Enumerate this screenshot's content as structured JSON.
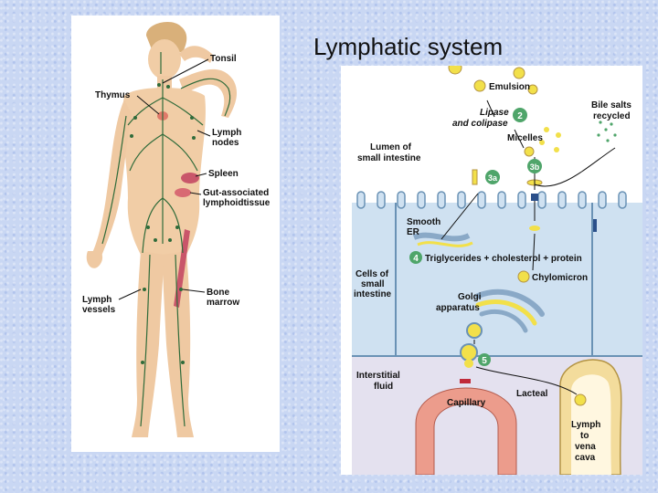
{
  "slide": {
    "title": "Lymphatic system"
  },
  "body_figure": {
    "labels": {
      "tonsil": "Tonsil",
      "thymus": "Thymus",
      "lymph_nodes_1": "Lymph",
      "lymph_nodes_2": "nodes",
      "spleen": "Spleen",
      "galt_1": "Gut-associated",
      "galt_2": "lymphoidtissue",
      "lymph_vessels_1": "Lymph",
      "lymph_vessels_2": "vessels",
      "bone_marrow_1": "Bone",
      "bone_marrow_2": "marrow"
    }
  },
  "intestine_diagram": {
    "labels": {
      "emulsion": "Emulsion",
      "lipase_1": "Lipase",
      "lipase_2": "and colipase",
      "step_2": "2",
      "micelles": "Micelles",
      "bile_salts_1": "Bile salts",
      "bile_salts_2": "recycled",
      "lumen_1": "Lumen of",
      "lumen_2": "small intestine",
      "step_3a": "3a",
      "step_3b": "3b",
      "smooth_er_1": "Smooth",
      "smooth_er_2": "ER",
      "step_4": "4",
      "triglycerides": "Triglycerides + cholesterol + protein",
      "cells_1": "Cells of",
      "cells_2": "small",
      "cells_3": "intestine",
      "chylomicron": "Chylomicron",
      "golgi_1": "Golgi",
      "golgi_2": "apparatus",
      "step_5": "5",
      "interstitial_1": "Interstitial",
      "interstitial_2": "fluid",
      "lacteal": "Lacteal",
      "capillary": "Capillary",
      "lymph_vena_1": "Lymph",
      "lymph_vena_2": "to",
      "lymph_vena_3": "vena",
      "lymph_vena_4": "cava"
    },
    "colors": {
      "lumen": "#ffffff",
      "cell_fill": "#cfe1f1",
      "membrane": "#6a92b5",
      "interstitial": "#e4e1ef",
      "capillary": "#ec9c8c",
      "capillary_inner": "#f6dbd2",
      "lacteal": "#f3dc9c",
      "lipid_drop": "#f2e04a",
      "step_badge": "#4fa56a"
    }
  }
}
